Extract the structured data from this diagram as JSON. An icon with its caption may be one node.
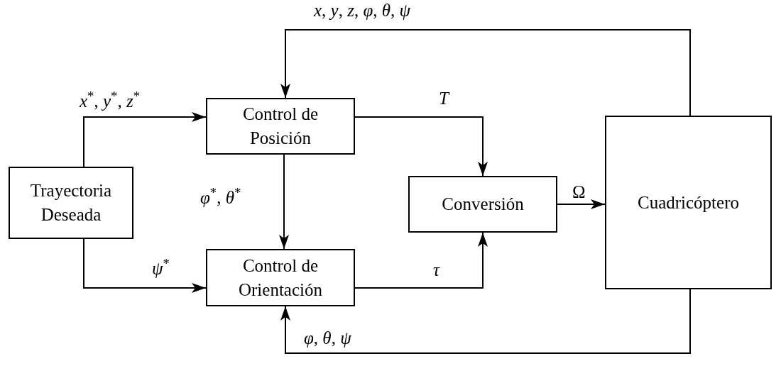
{
  "diagram": {
    "nodes": [
      {
        "text": [
          "Trayectoria Deseada"
        ]
      },
      {
        "text": [
          "Control de Posición"
        ]
      },
      {
        "text": [
          "Conversión"
        ]
      },
      {
        "text": [
          "Control de Orientación"
        ]
      },
      {
        "text": [
          "Cuadricóptero"
        ]
      }
    ],
    "edges": [
      {
        "from": 0,
        "to": 1,
        "arrow": "to",
        "label": "*x*$^{*}$, *y*$^{*}$, *z*$^{*}$"
      },
      {
        "from": 0,
        "to": 3,
        "arrow": "to",
        "label": "*ψ*$^{*}$"
      },
      {
        "from": 1,
        "to": 3,
        "arrow": "to",
        "label": "*φ*$^{*}$, *θ*$^{*}$"
      },
      {
        "from": 1,
        "to": 2,
        "arrow": "to",
        "label": "*T*"
      },
      {
        "from": 3,
        "to": 2,
        "arrow": "to",
        "label": "*τ*"
      },
      {
        "from": 2,
        "to": 4,
        "arrow": "to",
        "label": "Ω"
      },
      {
        "from": 4,
        "to": 1,
        "arrow": "to",
        "label": "*x*, *y*, *z*, *φ*, *θ*, *ψ*"
      },
      {
        "from": 4,
        "to": 3,
        "arrow": "to",
        "label": "*φ*, *θ*, *ψ*"
      }
    ]
  }
}
